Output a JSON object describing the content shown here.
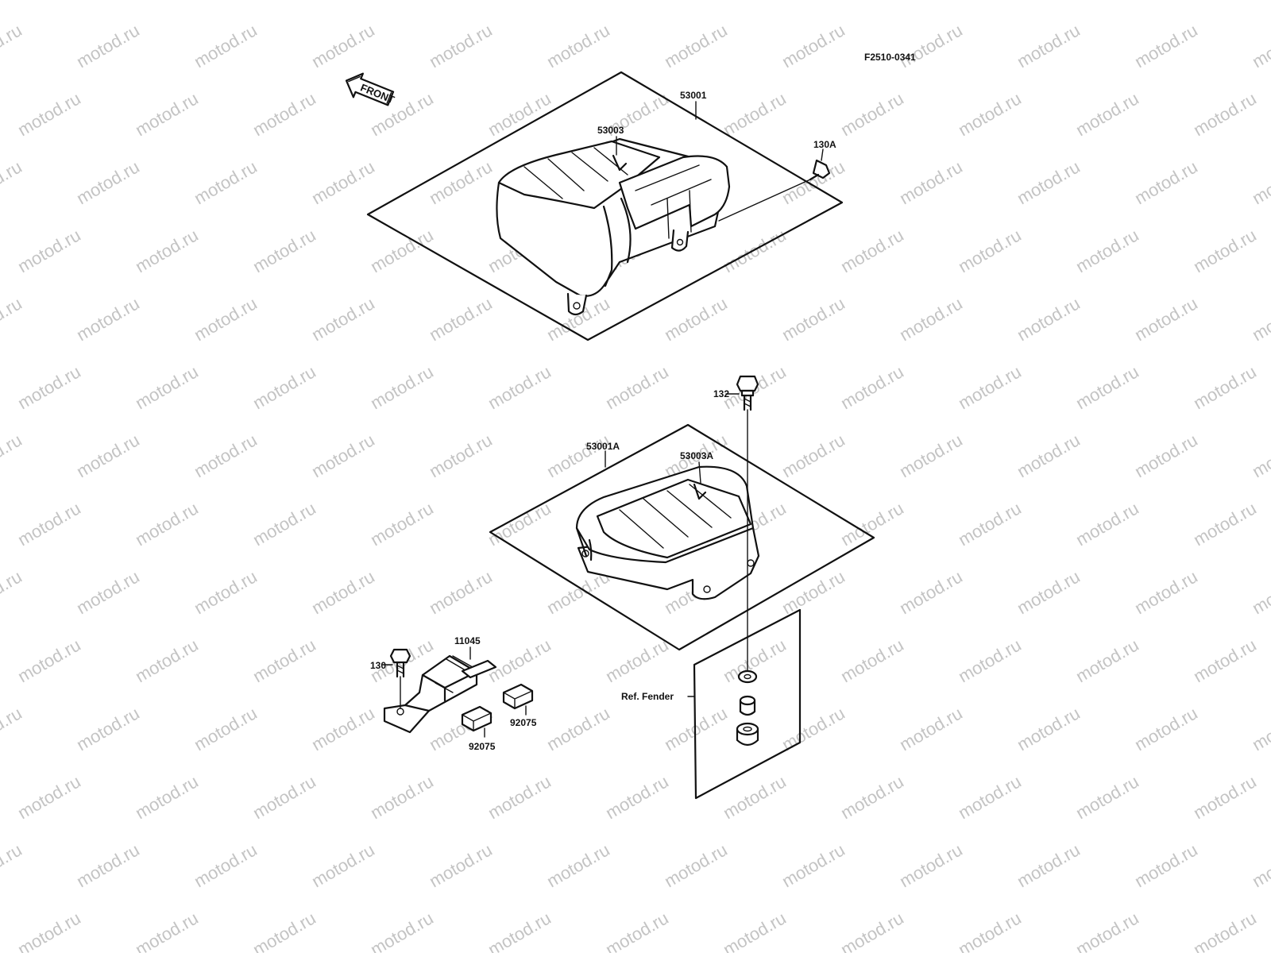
{
  "figure_code": "F2510-0341",
  "front_label": "FRONT",
  "watermark_text": "motod.ru",
  "ref_label": "Ref. Fender",
  "parts": {
    "p53001": "53001",
    "p53003": "53003",
    "p130A": "130A",
    "p132": "132",
    "p53001A": "53001A",
    "p53003A": "53003A",
    "p11045": "11045",
    "p130": "130",
    "p92075_a": "92075",
    "p92075_b": "92075"
  },
  "colors": {
    "line": "#111111",
    "watermark": "#c4c4c4",
    "background": "#ffffff"
  }
}
